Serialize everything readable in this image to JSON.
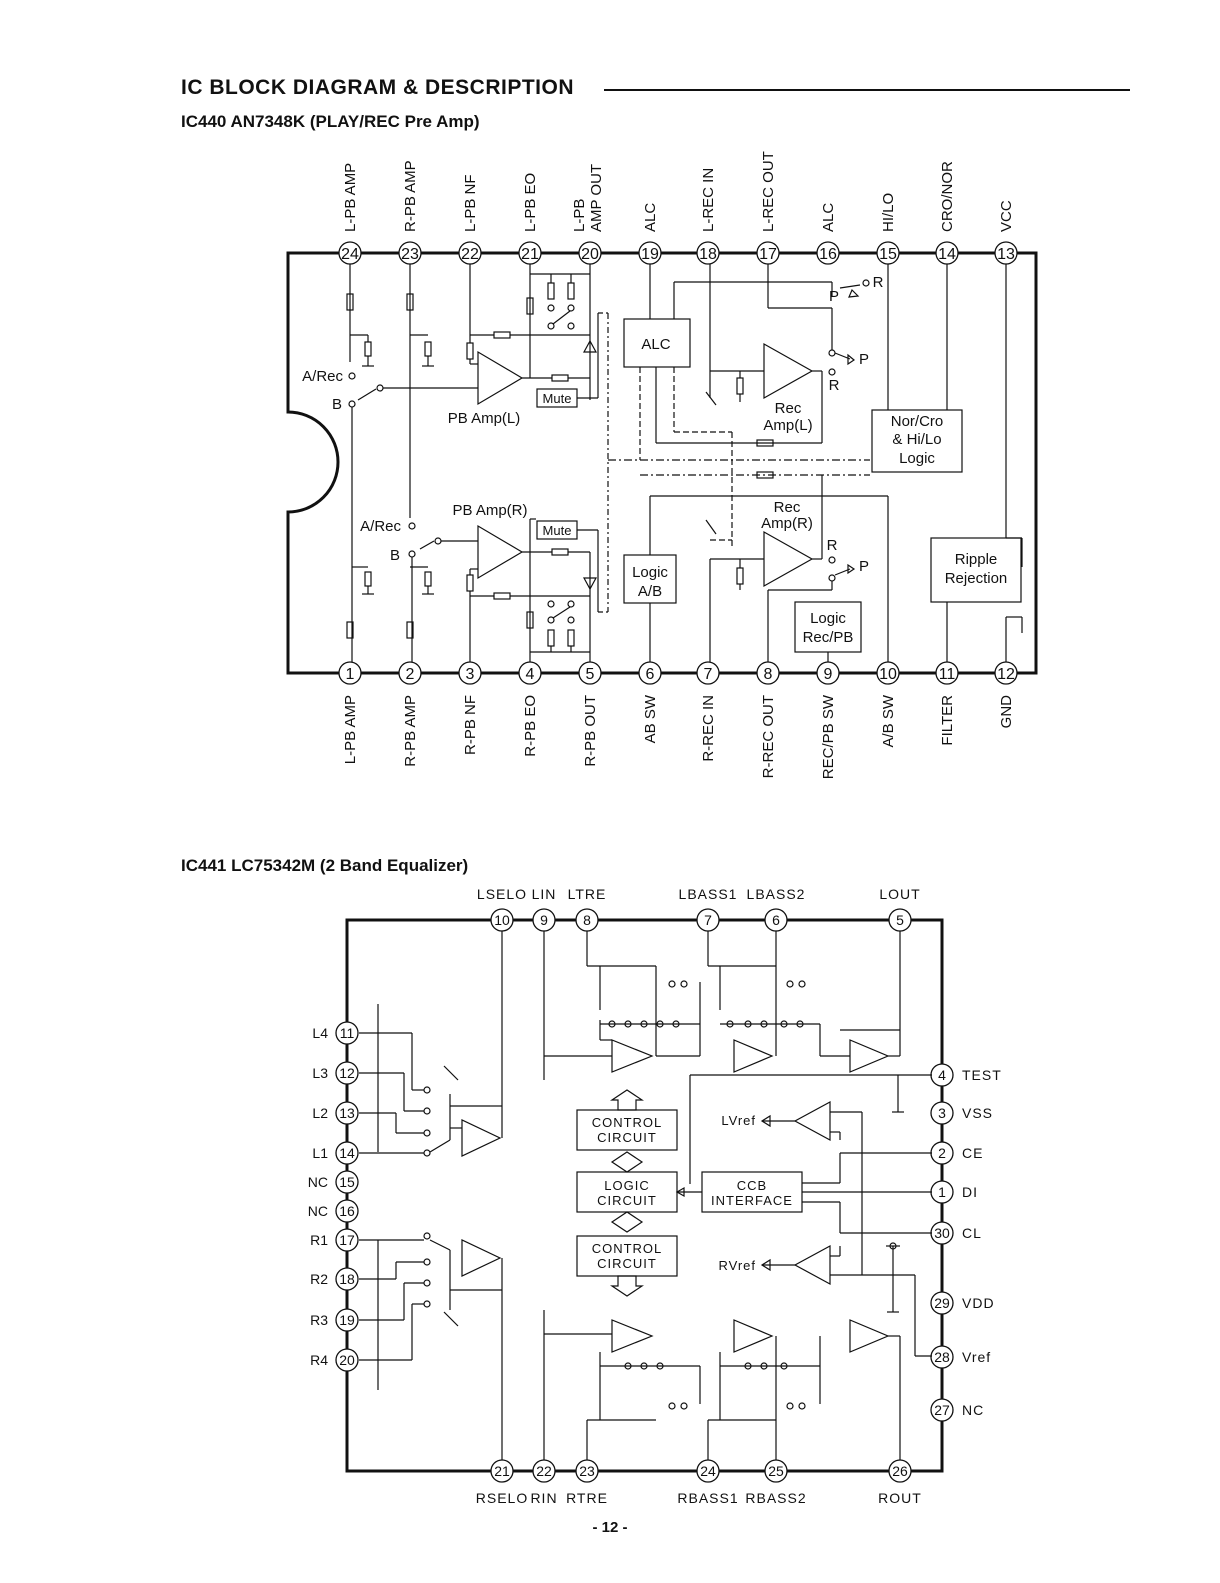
{
  "heading": "IC  BLOCK  DIAGRAM & DESCRIPTION",
  "ic440": {
    "title": "IC440  AN7348K  (PLAY/REC Pre Amp)",
    "top_pins": [
      {
        "num": "24",
        "label": "L-PB AMP"
      },
      {
        "num": "23",
        "label": "R-PB AMP"
      },
      {
        "num": "22",
        "label": "L-PB NF"
      },
      {
        "num": "21",
        "label": "L-PB EO"
      },
      {
        "num": "20",
        "label": "L-PB AMP OUT"
      },
      {
        "num": "19",
        "label": "ALC"
      },
      {
        "num": "18",
        "label": "L-REC IN"
      },
      {
        "num": "17",
        "label": "L-REC OUT"
      },
      {
        "num": "16",
        "label": "ALC"
      },
      {
        "num": "15",
        "label": "HI/LO"
      },
      {
        "num": "14",
        "label": "CRO/NOR"
      },
      {
        "num": "13",
        "label": "VCC"
      }
    ],
    "bottom_pins": [
      {
        "num": "1",
        "label": "L-PB AMP"
      },
      {
        "num": "2",
        "label": "R-PB AMP"
      },
      {
        "num": "3",
        "label": "R-PB NF"
      },
      {
        "num": "4",
        "label": "R-PB EO"
      },
      {
        "num": "5",
        "label": "R-PB OUT"
      },
      {
        "num": "6",
        "label": "AB SW"
      },
      {
        "num": "7",
        "label": "R-REC IN"
      },
      {
        "num": "8",
        "label": "R-REC OUT"
      },
      {
        "num": "9",
        "label": "REC/PB SW"
      },
      {
        "num": "10",
        "label": "A/B SW"
      },
      {
        "num": "11",
        "label": "FILTER"
      },
      {
        "num": "12",
        "label": "GND"
      }
    ],
    "blocks": {
      "alc": "ALC",
      "mute": "Mute",
      "pb_amp_l": "PB Amp(L)",
      "pb_amp_r": "PB Amp(R)",
      "rec_amp_l_1": "Rec",
      "rec_amp_l_2": "Amp(L)",
      "rec_amp_r_1": "Rec",
      "rec_amp_r_2": "Amp(R)",
      "norcro_1": "Nor/Cro",
      "norcro_2": "& Hi/Lo",
      "norcro_3": "Logic",
      "logic_ab_1": "Logic",
      "logic_ab_2": "A/B",
      "logic_recpb_1": "Logic",
      "logic_recpb_2": "Rec/PB",
      "ripple_1": "Ripple",
      "ripple_2": "Rejection",
      "a_rec": "A/Rec",
      "b": "B",
      "p": "P",
      "r": "R"
    }
  },
  "ic441": {
    "title": "IC441  LC75342M  (2 Band Equalizer)",
    "top_pins": [
      {
        "num": "10",
        "label": "LSELO"
      },
      {
        "num": "9",
        "label": "LIN"
      },
      {
        "num": "8",
        "label": "LTRE"
      },
      {
        "num": "7",
        "label": "LBASS1"
      },
      {
        "num": "6",
        "label": "LBASS2"
      },
      {
        "num": "5",
        "label": "LOUT"
      }
    ],
    "bottom_pins": [
      {
        "num": "21",
        "label": "RSELO"
      },
      {
        "num": "22",
        "label": "RIN"
      },
      {
        "num": "23",
        "label": "RTRE"
      },
      {
        "num": "24",
        "label": "RBASS1"
      },
      {
        "num": "25",
        "label": "RBASS2"
      },
      {
        "num": "26",
        "label": "ROUT"
      }
    ],
    "left_pins": [
      {
        "num": "11",
        "label": "L4"
      },
      {
        "num": "12",
        "label": "L3"
      },
      {
        "num": "13",
        "label": "L2"
      },
      {
        "num": "14",
        "label": "L1"
      },
      {
        "num": "15",
        "label": "NC"
      },
      {
        "num": "16",
        "label": "NC"
      },
      {
        "num": "17",
        "label": "R1"
      },
      {
        "num": "18",
        "label": "R2"
      },
      {
        "num": "19",
        "label": "R3"
      },
      {
        "num": "20",
        "label": "R4"
      }
    ],
    "right_pins": [
      {
        "num": "4",
        "label": "TEST"
      },
      {
        "num": "3",
        "label": "VSS"
      },
      {
        "num": "2",
        "label": "CE"
      },
      {
        "num": "1",
        "label": "DI"
      },
      {
        "num": "30",
        "label": "CL"
      },
      {
        "num": "29",
        "label": "VDD"
      },
      {
        "num": "28",
        "label": "Vref"
      },
      {
        "num": "27",
        "label": "NC"
      }
    ],
    "blocks": {
      "control1_1": "CONTROL",
      "control1_2": "CIRCUIT",
      "logic_1": "LOGIC",
      "logic_2": "CIRCUIT",
      "control2_1": "CONTROL",
      "control2_2": "CIRCUIT",
      "ccb_1": "CCB",
      "ccb_2": "INTERFACE",
      "lvref": "LVref",
      "rvref": "RVref"
    }
  },
  "page_number": "- 12 -"
}
